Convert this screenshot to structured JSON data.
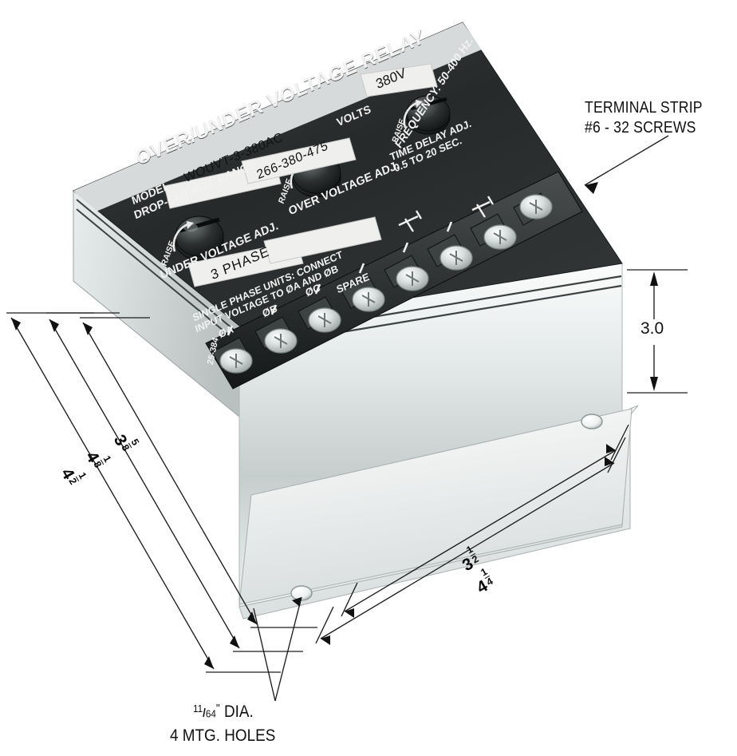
{
  "figure": {
    "type": "technical-dimension-drawing",
    "subject": "Over/Under Voltage Relay enclosure"
  },
  "callouts": {
    "terminal_strip": {
      "line1": "TERMINAL STRIP",
      "line2": "#6 - 32 SCREWS"
    },
    "mounting_holes": {
      "fraction_num": "11",
      "fraction_den": "64",
      "unit": "\"",
      "word": "DIA.",
      "line2": "4 MTG. HOLES"
    }
  },
  "dimensions": {
    "height": "3.0",
    "depth_set": [
      {
        "whole": "3",
        "num": "5",
        "den": "8"
      },
      {
        "whole": "4",
        "num": "1",
        "den": "8"
      },
      {
        "whole": "4",
        "num": "1",
        "den": "2"
      }
    ],
    "width_set": [
      {
        "whole": "3",
        "num": "1",
        "den": "2"
      },
      {
        "whole": "4",
        "num": "1",
        "den": "4"
      }
    ]
  },
  "faceplate": {
    "title": "OVER/UNDER VOLTAGE RELAY",
    "volts_label": "VOLTS",
    "volts_value": "380V",
    "frequency": "FREQUENCY: 50-400 Hz.",
    "model_label": "MODEL",
    "model_value": "WOUVT-3-380AC",
    "dropout_label": "DROP-OUT ADJ. RANGE",
    "dropout_value": "266-380-475",
    "over_voltage_adj": "OVER VOLTAGE ADJ.",
    "under_voltage_adj": "UNDER VOLTAGE ADJ.",
    "time_delay_line1": "TIME DELAY ADJ.",
    "time_delay_line2": "0.5 TO 20 SEC.",
    "raise_label": "RAISE",
    "phase_value": "3  PHASE",
    "note_line1": "SINGLE PHASE UNITS: CONNECT",
    "note_line2": "INPUT VOLTAGE TO ØA AND ØB",
    "side_code": "25-384",
    "terminals": [
      "ØA",
      "ØB",
      "ØC",
      "SPARE"
    ]
  },
  "colors": {
    "faceplate": "#2a2d2d",
    "enclosure_light": "#e9ecec",
    "enclosure_mid": "#cdd3d3",
    "enclosure_dark": "#a9b1b1",
    "ink": "#111111",
    "label_field": "#efefee"
  }
}
